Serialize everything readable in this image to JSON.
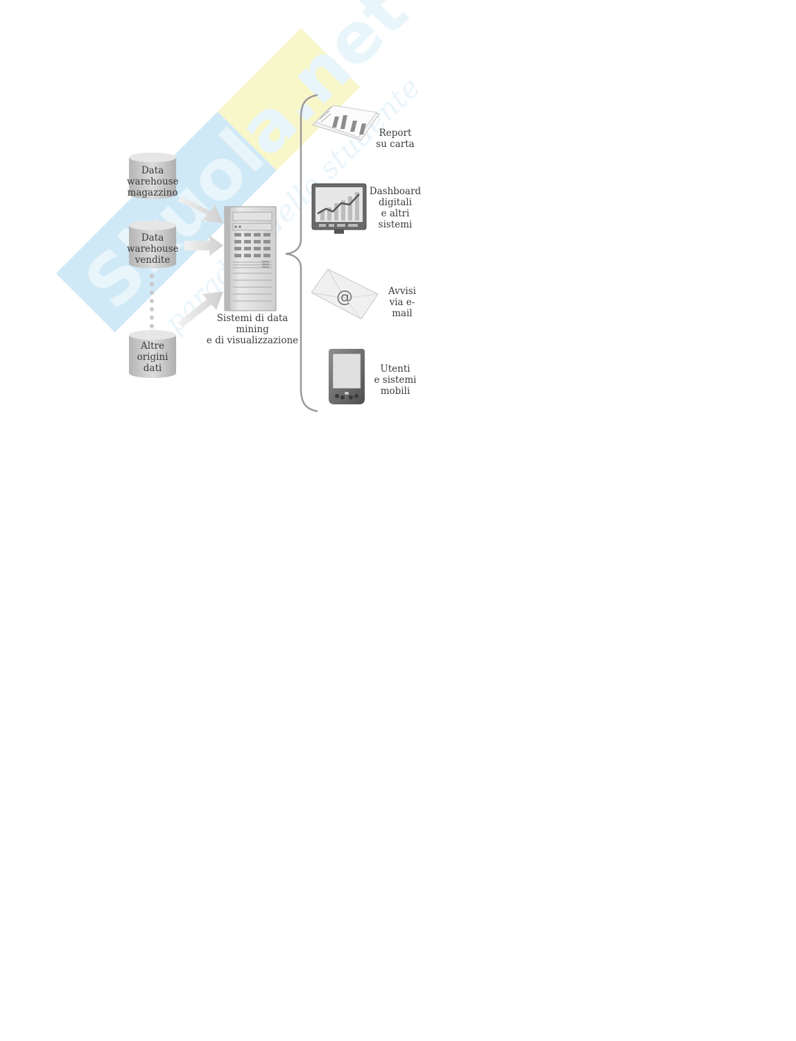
{
  "sources": [
    {
      "id": "warehouse-magazzino",
      "label": "Data\nwarehouse\nmagazzino"
    },
    {
      "id": "warehouse-vendite",
      "label": "Data\nwarehouse\nvendite"
    },
    {
      "id": "altre-origini",
      "label": "Altre\norigini\ndati"
    }
  ],
  "center": {
    "label": "Sistemi di data mining\ne di visualizzazione"
  },
  "outputs": [
    {
      "id": "report",
      "label": "Report\nsu carta",
      "icon": "paper-report-icon"
    },
    {
      "id": "dashboard",
      "label": "Dashboard\ndigitali\ne altri\nsistemi",
      "icon": "dashboard-monitor-icon"
    },
    {
      "id": "email",
      "label": "Avvisi\nvia e-mail",
      "icon": "email-envelope-icon"
    },
    {
      "id": "mobile",
      "label": "Utenti\ne sistemi\nmobili",
      "icon": "mobile-device-icon"
    }
  ],
  "watermark": {
    "text_main": "Skuola.net",
    "text_sub": "il paradiso dello studente"
  },
  "colors": {
    "cylinder": "#c9c9c9",
    "text": "#3a3a3a",
    "watermark_blue": "#a9d8f0",
    "watermark_yellow": "#f4f1a0",
    "brace": "#999999",
    "arrow": "#d8d8d8"
  }
}
